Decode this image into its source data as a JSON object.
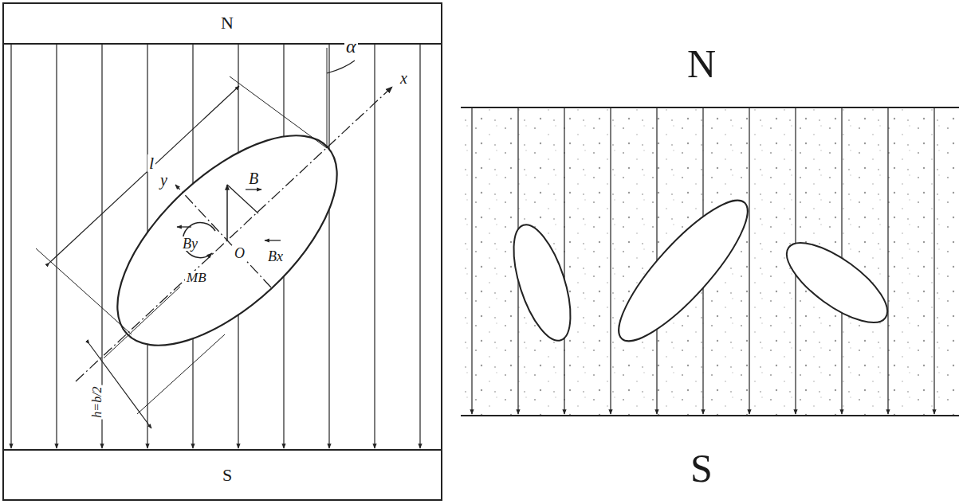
{
  "diagram": {
    "labels": [
      "N",
      "S",
      "l",
      "α",
      "x",
      "y",
      "B",
      "By",
      "Bx",
      "O",
      "MB",
      "h=b/2",
      "N",
      "S"
    ]
  }
}
